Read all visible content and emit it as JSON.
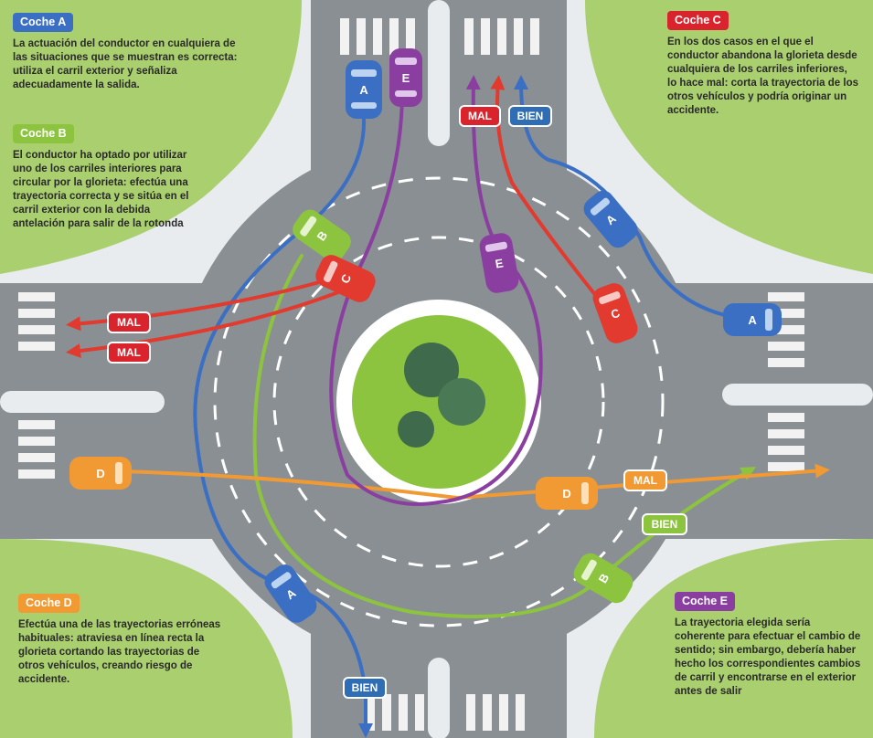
{
  "colors": {
    "car_a": "#3a6fc4",
    "car_b": "#8dc43f",
    "car_c": "#e23a2e",
    "car_d": "#f19a33",
    "car_e": "#8a3fa0",
    "grass": "#a9cf6e",
    "road": "#8a8f93",
    "mal_tag": "#d9232d",
    "bien_tag": "#2f6db5"
  },
  "panels": {
    "a": {
      "title": "Coche A",
      "text": "La actuación del conductor en cualquiera de las situaciones que se muestran es correcta: utiliza el carril exterior y señaliza adecuadamente la salida."
    },
    "b": {
      "title": "Coche B",
      "text": "El conductor ha optado por utilizar uno de los carriles interiores para circular por la glorieta: efectúa una trayectoria correcta y se sitúa en el carril exterior con la debida antelación para salir de la rotonda"
    },
    "c": {
      "title": "Coche C",
      "text": "En los dos casos en el que el conductor abandona la glorieta desde cualquiera de los carriles inferiores, lo hace mal: corta la trayectoria de los otros vehículos y podría originar un accidente."
    },
    "d": {
      "title": "Coche D",
      "text": "Efectúa una de las trayectorias erróneas habituales: atraviesa en línea recta la glorieta cortando las trayectorias de otros vehículos, creando riesgo de accidente."
    },
    "e": {
      "title": "Coche E",
      "text": "La trayectoria elegida sería coherente para efectuar el cambio de sentido; sin embargo, debería haber hecho los correspondientes cambios de carril y encontrarse en el exterior antes de salir"
    }
  },
  "tags": {
    "mal": "MAL",
    "bien": "BIEN"
  },
  "cars": {
    "a": "A",
    "b": "B",
    "c": "C",
    "d": "D",
    "e": "E"
  }
}
